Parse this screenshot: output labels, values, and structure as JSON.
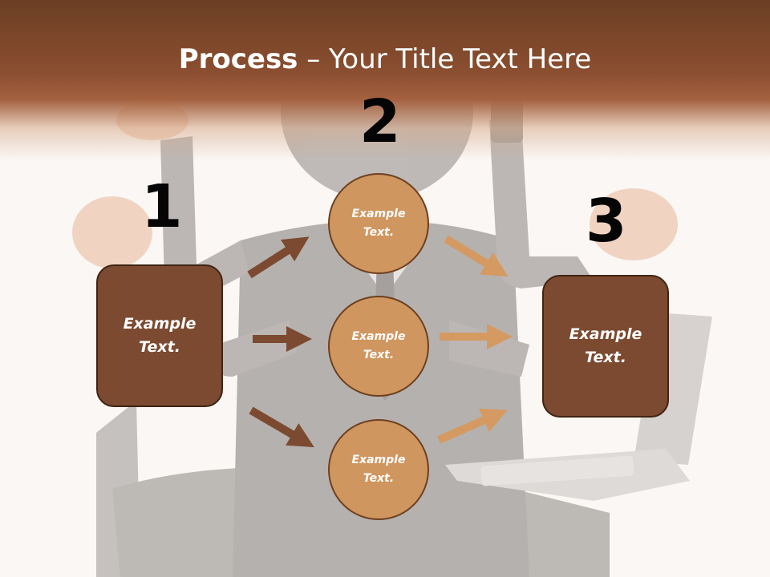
{
  "slide": {
    "title_bold": "Process",
    "title_rest": " – Your Title Text Here"
  },
  "steps": {
    "one": "1",
    "two": "2",
    "three": "3"
  },
  "left_box": {
    "line1": "Example",
    "line2": "Text."
  },
  "right_box": {
    "line1": "Example",
    "line2": "Text."
  },
  "circles": [
    {
      "line1": "Example",
      "line2": "Text."
    },
    {
      "line1": "Example",
      "line2": "Text."
    },
    {
      "line1": "Example",
      "line2": "Text."
    }
  ],
  "colors": {
    "header": "#8b4e30",
    "box_fill": "#7b4a30",
    "circle_fill": "#cf965f",
    "arrow_dark": "#7b4a30",
    "arrow_light": "#d49a62"
  }
}
